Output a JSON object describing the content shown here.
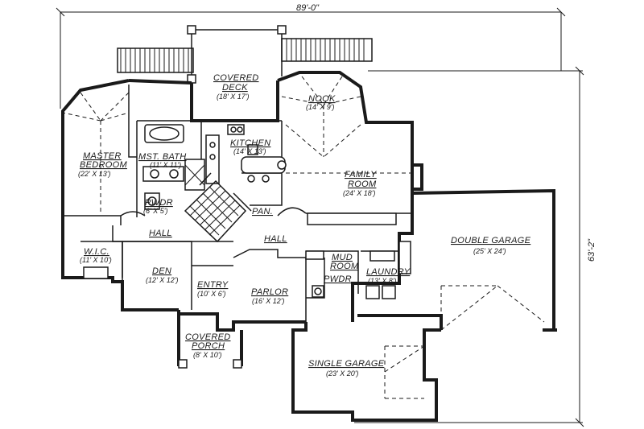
{
  "dimensions": {
    "overall_width": "89'-0\"",
    "overall_depth": "63'-2\""
  },
  "rooms": {
    "covered_deck": {
      "line1": "COVERED",
      "line2": "DECK",
      "size": "(18' X 17')"
    },
    "nook": {
      "label": "NOOK",
      "size": "(14' X 9')"
    },
    "master_bedroom": {
      "line1": "MASTER",
      "line2": "BEDROOM",
      "size": "(22' X 13')"
    },
    "mst_bath": {
      "label": "MST. BATH",
      "size": "(11' X 11')"
    },
    "kitchen": {
      "label": "KITCHEN",
      "size": "(14' X 13')"
    },
    "family_room": {
      "line1": "FAMILY",
      "line2": "ROOM",
      "size": "(24' X 18')"
    },
    "pwdr_1": {
      "label": "PWDR",
      "size": "(6' X 5')"
    },
    "pan": {
      "label": "PAN."
    },
    "hall_1": {
      "label": "HALL"
    },
    "hall_2": {
      "label": "HALL"
    },
    "wic": {
      "label": "W.I.C.",
      "size": "(11' X 10')"
    },
    "den": {
      "label": "DEN",
      "size": "(12' X 12')"
    },
    "entry": {
      "label": "ENTRY",
      "size": "(10' X 6')"
    },
    "parlor": {
      "label": "PARLOR",
      "size": "(16' X 12')"
    },
    "mud_room": {
      "line1": "MUD",
      "line2": "ROOM"
    },
    "pwdr_2": {
      "label": "PWDR"
    },
    "laundry": {
      "label": "LAUNDRY",
      "size": "(13' X 8')"
    },
    "double_garage": {
      "label": "DOUBLE GARAGE",
      "size": "(25' X 24')"
    },
    "covered_porch": {
      "line1": "COVERED",
      "line2": "PORCH",
      "size": "(8' X 10')"
    },
    "single_garage": {
      "label": "SINGLE GARAGE",
      "size": "(23' X 20')"
    }
  }
}
